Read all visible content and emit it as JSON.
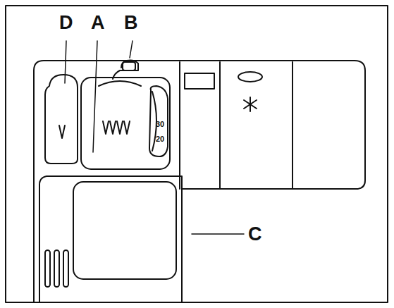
{
  "diagram": {
    "labels": [
      "D",
      "A",
      "B",
      "C",
      "30",
      "20"
    ]
  }
}
